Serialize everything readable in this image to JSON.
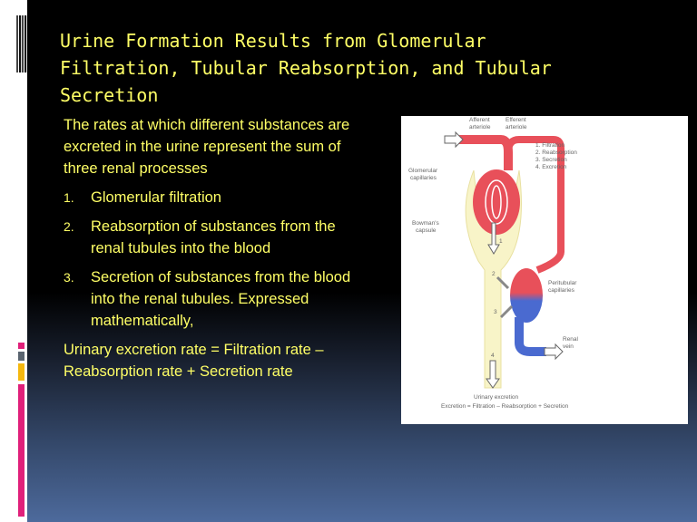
{
  "slide": {
    "title": "Urine Formation Results from Glomerular Filtration, Tubular Reabsorption, and Tubular Secretion",
    "intro": "The rates at which different substances are excreted in the urine represent the sum of three renal processes",
    "items": [
      {
        "num": "1.",
        "text": "Glomerular filtration"
      },
      {
        "num": "2.",
        "text": "Reabsorption of substances from the renal tubules into the blood"
      },
      {
        "num": "3.",
        "text": "Secretion of substances from the blood into the renal tubules. Expressed mathematically,"
      }
    ],
    "formula": "Urinary excretion rate = Filtration rate – Reabsorption rate + Secretion rate"
  },
  "figure": {
    "afferent": [
      "Afferent",
      "arteriole"
    ],
    "efferent": [
      "Efferent",
      "arteriole"
    ],
    "legend": [
      "1. Filtration",
      "2. Reabsorption",
      "3. Secretion",
      "4. Excretion"
    ],
    "glomerular": [
      "Glomerular",
      "capillaries"
    ],
    "bowman": [
      "Bowman's",
      "capsule"
    ],
    "peritubular": [
      "Peritubular",
      "capillaries"
    ],
    "renal_vein": [
      "Renal",
      "vein"
    ],
    "step_labels": [
      "1",
      "2",
      "3",
      "4"
    ],
    "urinary": "Urinary excretion",
    "equation": "Excretion = Filtration – Reabsorption + Secretion"
  },
  "colors": {
    "text": "#ffff66",
    "artery": "#e8505a",
    "vein": "#4060c0",
    "capsule": "#f8f4c8"
  }
}
